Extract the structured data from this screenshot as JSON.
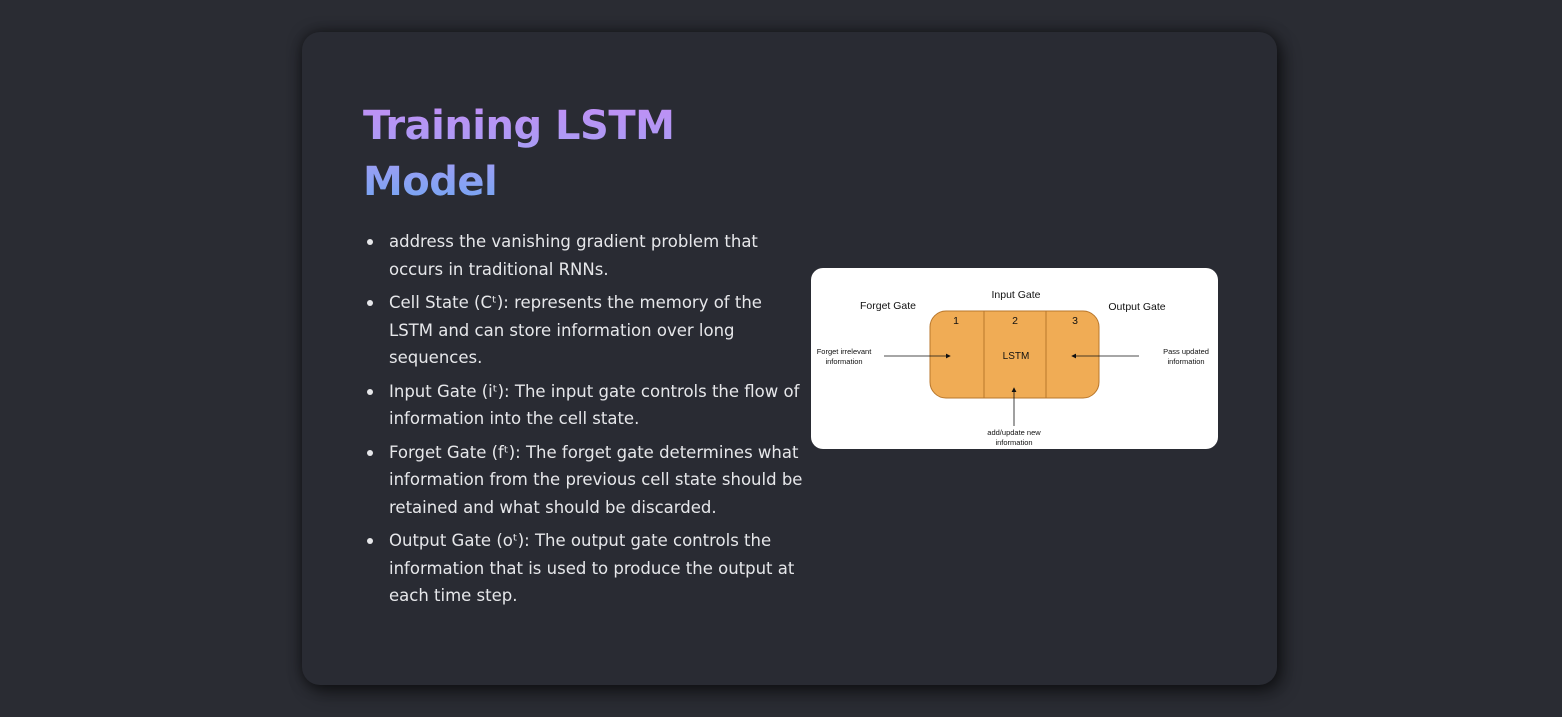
{
  "slide": {
    "title_line1": "Training LSTM",
    "title_line2": "Model",
    "bullets": [
      "address the vanishing gradient problem that occurs in traditional RNNs.",
      "Cell State (Cᵗ): represents the memory of the LSTM and can store information over long sequences.",
      "Input Gate (iᵗ): The input gate controls the flow of information into the cell state.",
      "Forget Gate (fᵗ): The forget gate determines what information from the previous cell state should be retained and what should be discarded.",
      "Output Gate (oᵗ): The output gate controls the information that is used to produce the output at each time step."
    ]
  },
  "diagram": {
    "input_gate_label": "Input Gate",
    "forget_gate_label": "Forget Gate",
    "output_gate_label": "Output Gate",
    "cell_numbers": [
      "1",
      "2",
      "3"
    ],
    "center_label": "LSTM",
    "left_note_line1": "Forget irrelevant",
    "left_note_line2": "information",
    "right_note_line1": "Pass updated",
    "right_note_line2": "information",
    "bottom_note_line1": "add/update new",
    "bottom_note_line2": "information",
    "box_color": "#f0ac55",
    "box_border_color": "#b8772c"
  }
}
